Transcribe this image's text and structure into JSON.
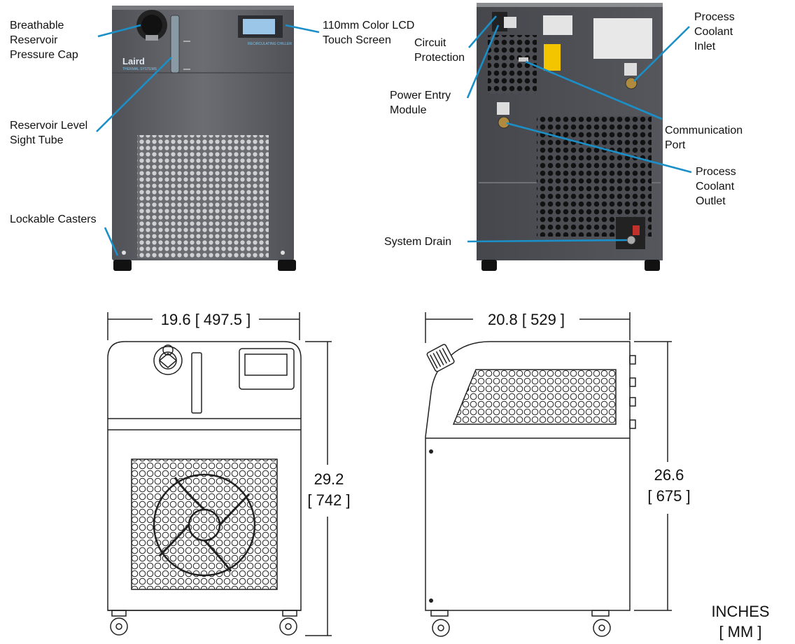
{
  "front_photo": {
    "brand": "Laird",
    "brand_sub": "THERMAL SYSTEMS",
    "model_text": "RECIRCULATING CHILLER",
    "callouts": {
      "pressure_cap": [
        "Breathable",
        "Reservoir",
        "Pressure Cap"
      ],
      "sight_tube": [
        "Reservoir Level",
        "Sight Tube"
      ],
      "casters": [
        "Lockable Casters"
      ],
      "lcd": [
        "110mm Color LCD",
        "Touch Screen"
      ]
    }
  },
  "rear_photo": {
    "callouts": {
      "circuit": [
        "Circuit",
        "Protection"
      ],
      "power": [
        "Power Entry",
        "Module"
      ],
      "inlet": [
        "Process",
        "Coolant",
        "Inlet"
      ],
      "comm": [
        "Communication",
        "Port"
      ],
      "outlet": [
        "Process",
        "Coolant",
        "Outlet"
      ],
      "drain": [
        "System Drain"
      ]
    }
  },
  "front_drawing": {
    "width": "19.6 [ 497.5 ]",
    "height_in": "29.2",
    "height_mm": "[ 742 ]"
  },
  "side_drawing": {
    "width": "20.8 [ 529 ]",
    "height_in": "26.6",
    "height_mm": "[ 675 ]"
  },
  "units": {
    "line1": "INCHES",
    "line2": "[ MM ]"
  },
  "colors": {
    "leader": "#1b8fc8",
    "body": "#5d6067",
    "body_dark": "#3b3d42"
  }
}
